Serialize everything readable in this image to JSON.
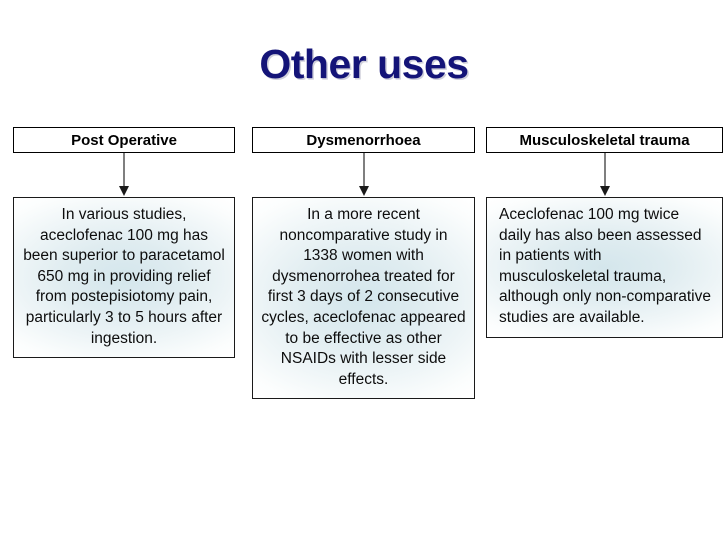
{
  "slide": {
    "title": "Other uses",
    "title_color": "#141478",
    "background_color": "#ffffff",
    "box_border_color": "#000000",
    "arrow_color": "#7f7f7f",
    "content_tint_color": "#d4e6ec"
  },
  "columns": [
    {
      "header": "Post Operative",
      "body": "In various studies, aceclofenac 100 mg has been superior to paracetamol 650 mg in providing relief from postepisiotomy pain, particularly 3 to 5 hours after ingestion.",
      "align": "center"
    },
    {
      "header": "Dysmenorrhoea",
      "body": "In a more recent noncomparative study in 1338 women with dysmenorrohea treated for first 3 days of 2 consecutive cycles, aceclofenac appeared to be effective as other NSAIDs with lesser side effects.",
      "align": "center"
    },
    {
      "header": "Musculoskeletal trauma",
      "body": "Aceclofenac 100 mg twice daily has also been assessed in patients with musculoskeletal trauma, although only non-comparative studies are available.",
      "align": "left"
    }
  ]
}
